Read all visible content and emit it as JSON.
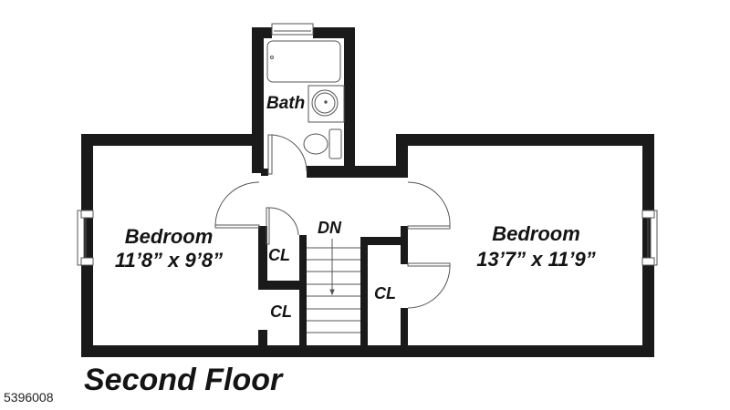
{
  "floor_plan": {
    "title": "Second Floor",
    "listing_id": "5396008",
    "colors": {
      "wall": "#1a1a1a",
      "background": "#ffffff",
      "fixture_line": "#555555"
    },
    "rooms": {
      "bath": {
        "name": "Bath"
      },
      "bedroom_left": {
        "name": "Bedroom",
        "dimensions": "11’8” x 9’8”"
      },
      "bedroom_right": {
        "name": "Bedroom",
        "dimensions": "13’7” x 11’9”"
      },
      "closet_upper_left": {
        "name": "CL"
      },
      "closet_lower_left": {
        "name": "CL"
      },
      "closet_right": {
        "name": "CL"
      },
      "stairs": {
        "label": "DN"
      }
    }
  }
}
